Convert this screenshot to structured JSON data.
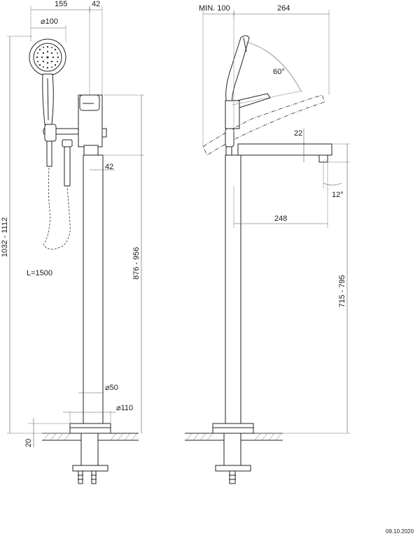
{
  "dimensions": {
    "front_handshower_width": "155",
    "front_body_width": "42",
    "front_shower_diameter": "⌀100",
    "front_inlet_offset": "42",
    "front_total_height": "1032 - 1112",
    "front_body_height": "876 - 956",
    "hose_length": "L=1500",
    "column_diameter": "⌀50",
    "base_diameter": "⌀110",
    "floor_offset": "20",
    "side_min_clearance": "MIN. 100",
    "side_top_width": "264",
    "side_tilt_angle": "60°",
    "spout_thickness": "22",
    "spout_angle": "12°",
    "spout_reach": "248",
    "spout_height": "715 - 795"
  },
  "footer": {
    "date": "09.10.2020"
  }
}
